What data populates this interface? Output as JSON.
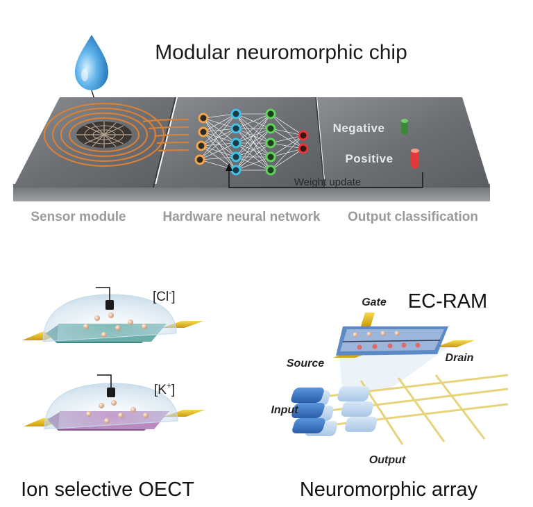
{
  "top": {
    "title": "Modular neuromorphic chip",
    "modules": [
      "Sensor module",
      "Hardware neural network",
      "Output classification"
    ],
    "outputs": {
      "negative": "Negative",
      "positive": "Positive"
    },
    "feedback": "Weight update"
  },
  "bottom_left": {
    "ions": [
      "[Cl-]",
      "[K+]"
    ],
    "caption": "Ion selective OECT"
  },
  "bottom_right": {
    "title": "EC-RAM",
    "terminals": {
      "gate": "Gate",
      "source": "Source",
      "drain": "Drain"
    },
    "input": "Input",
    "output": "Output",
    "caption": "Neuromorphic array"
  },
  "colors": {
    "chip": "#6f7276",
    "neuron_orange": "#f2a54a",
    "neuron_cyan": "#3fc3e8",
    "neuron_green": "#5fd35a",
    "neuron_red": "#e8373a",
    "oect_cl": "#4f9d9b",
    "oect_k": "#b377b6",
    "ecram_cell": "#3d78c4"
  }
}
